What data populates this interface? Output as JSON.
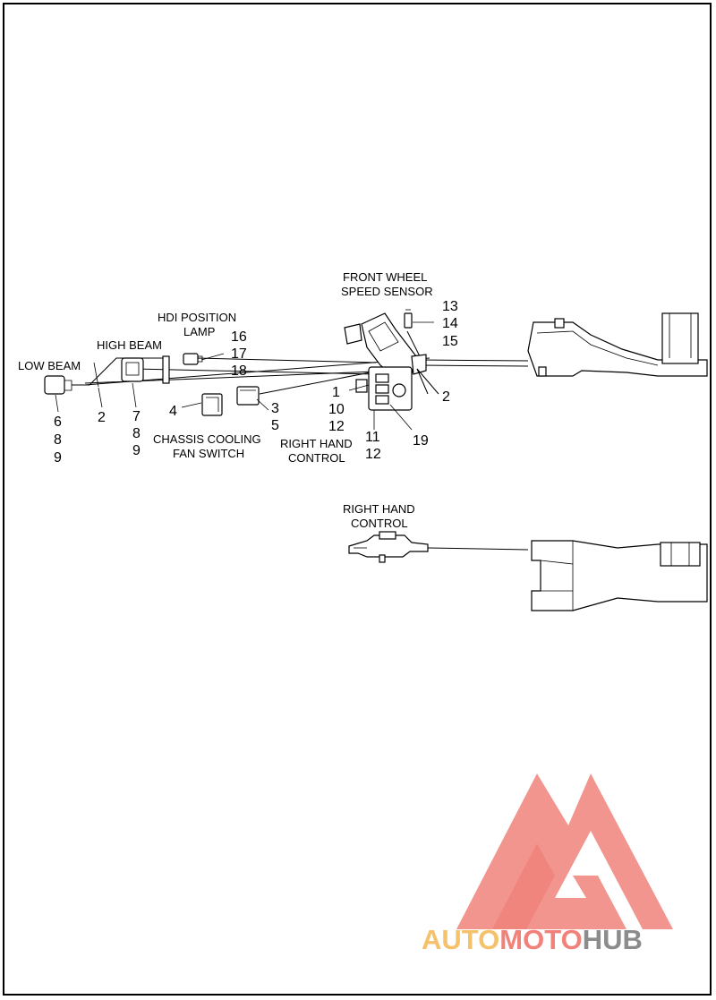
{
  "labels": {
    "front_wheel_speed_sensor_line1": "FRONT WHEEL",
    "front_wheel_speed_sensor_line2": "SPEED SENSOR",
    "hdi_position_lamp_line1": "HDI POSITION",
    "hdi_position_lamp_line2": "LAMP",
    "high_beam": "HIGH BEAM",
    "low_beam": "LOW BEAM",
    "chassis_cooling_fan_switch_line1": "CHASSIS COOLING",
    "chassis_cooling_fan_switch_line2": "FAN SWITCH",
    "right_hand_control_line1": "RIGHT HAND",
    "right_hand_control_line2": "CONTROL",
    "right_hand_control_2_line1": "RIGHT HAND",
    "right_hand_control_2_line2": "CONTROL"
  },
  "callouts": {
    "c13": "13",
    "c14": "14",
    "c15": "15",
    "c16": "16",
    "c17": "17",
    "c18": "18",
    "c6": "6",
    "c8a": "8",
    "c9a": "9",
    "c2a": "2",
    "c7": "7",
    "c8b": "8",
    "c9b": "9",
    "c4": "4",
    "c3": "3",
    "c5": "5",
    "c1": "1",
    "c10": "10",
    "c12a": "12",
    "c11": "11",
    "c12b": "12",
    "c19": "19",
    "c2b": "2"
  },
  "watermark": {
    "part1": "AUTO",
    "part2": "MOTO",
    "part3": "HUB",
    "colors": {
      "auto": "#f5c16a",
      "moto": "#f0827a",
      "hub": "#8c8c8c",
      "logo": "#f0827a"
    }
  }
}
